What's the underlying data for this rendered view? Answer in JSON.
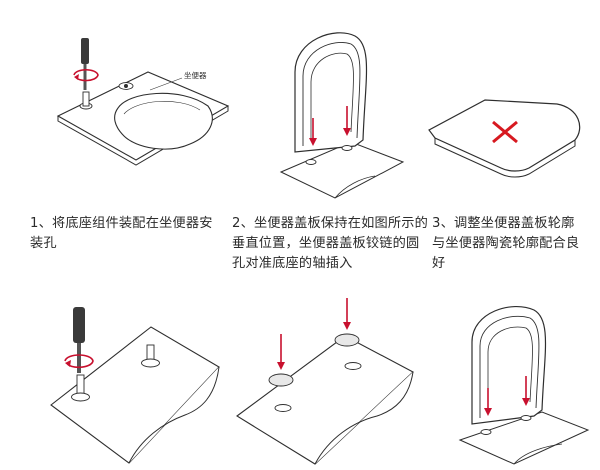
{
  "labels": {
    "toilet_seat": "坐便器"
  },
  "steps": [
    {
      "text": "1、将底座组件装配在坐便器安装孔"
    },
    {
      "text": "2、坐便器盖板保持在如图所示的垂直位置，坐便器盖板铰链的圆孔对准底座的轴插入"
    },
    {
      "text": "3、调整坐便器盖板轮廓与坐便器陶瓷轮廓配合良好"
    }
  ],
  "colors": {
    "outline": "#2e2e2e",
    "arrow": "#c8102e",
    "wrong_mark": "#d71920",
    "rotate_arrow": "#c8102e"
  }
}
